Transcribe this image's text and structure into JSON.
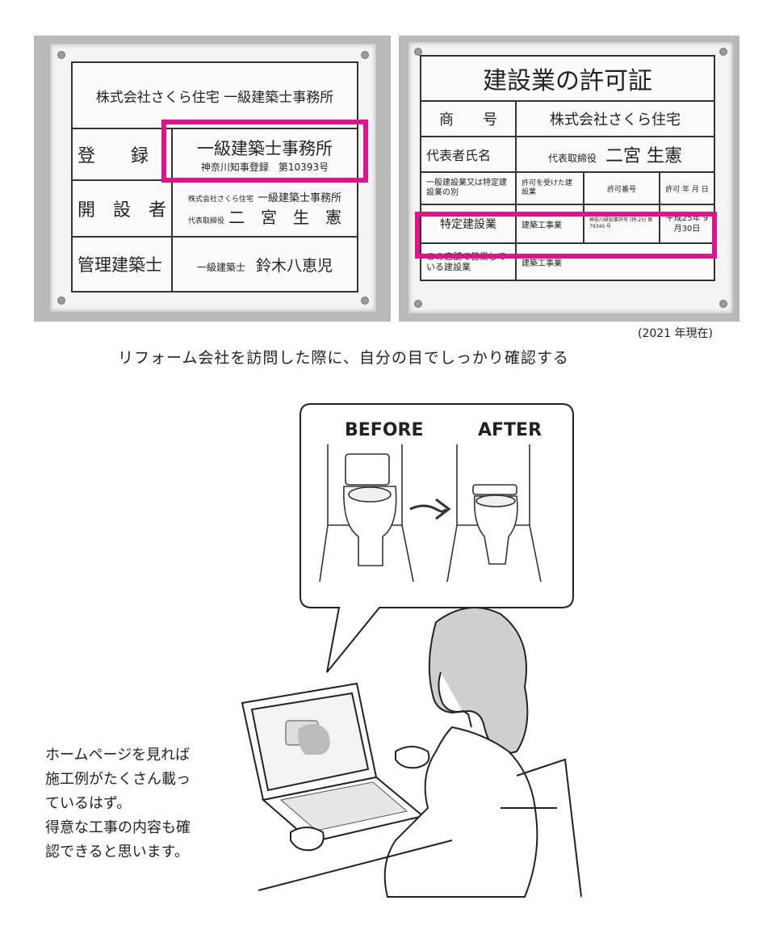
{
  "left_sign": {
    "title": "株式会社さくら住宅 一級建築士事務所",
    "rows": [
      {
        "label": "登　　録",
        "line1": "一級建築士事務所",
        "line2": "神奈川知事登録　第10393号"
      },
      {
        "label": "開　設　者",
        "line1_small": "株式会社さくら住宅",
        "line1": "一級建築士事務所",
        "line2_small": "代表取締役",
        "line2": "二　宮　生　憲"
      },
      {
        "label": "管理建築士",
        "value_small": "一級建築士",
        "value": "鈴木八恵児"
      }
    ]
  },
  "right_sign": {
    "title": "建設業の許可証",
    "rows": [
      {
        "label": "商　　号",
        "value": "株式会社さくら住宅"
      },
      {
        "label": "代表者氏名",
        "value_small": "代表取締役",
        "value": "二宮 生憲"
      },
      {
        "label": "一般建設業又は特定建設業の別",
        "c1": "許可を受けた建設業",
        "c2": "許可番号",
        "c3": "許可 年 月 日"
      },
      {
        "label": "特定建設業",
        "c1": "建築工事業",
        "c2": "神奈川県知事許可 (特-25) 第 79340 号",
        "c3": "平成25年 9月30日"
      },
      {
        "label": "この店舗で営業している建設業",
        "c1": "建築工事業"
      }
    ]
  },
  "year_note": "(2021 年現在)",
  "caption": "リフォーム会社を訪問した際に、自分の目でしっかり確認する",
  "illustration": {
    "before_label": "BEFORE",
    "after_label": "AFTER",
    "note_lines": [
      "ホームページを見れば",
      "施工例がたくさん載っ",
      "ているはず。",
      "得意な工事の内容も確",
      "認できると思います。"
    ]
  },
  "colors": {
    "highlight": "#e0138c",
    "photo_bg": "#b9b9b9"
  }
}
